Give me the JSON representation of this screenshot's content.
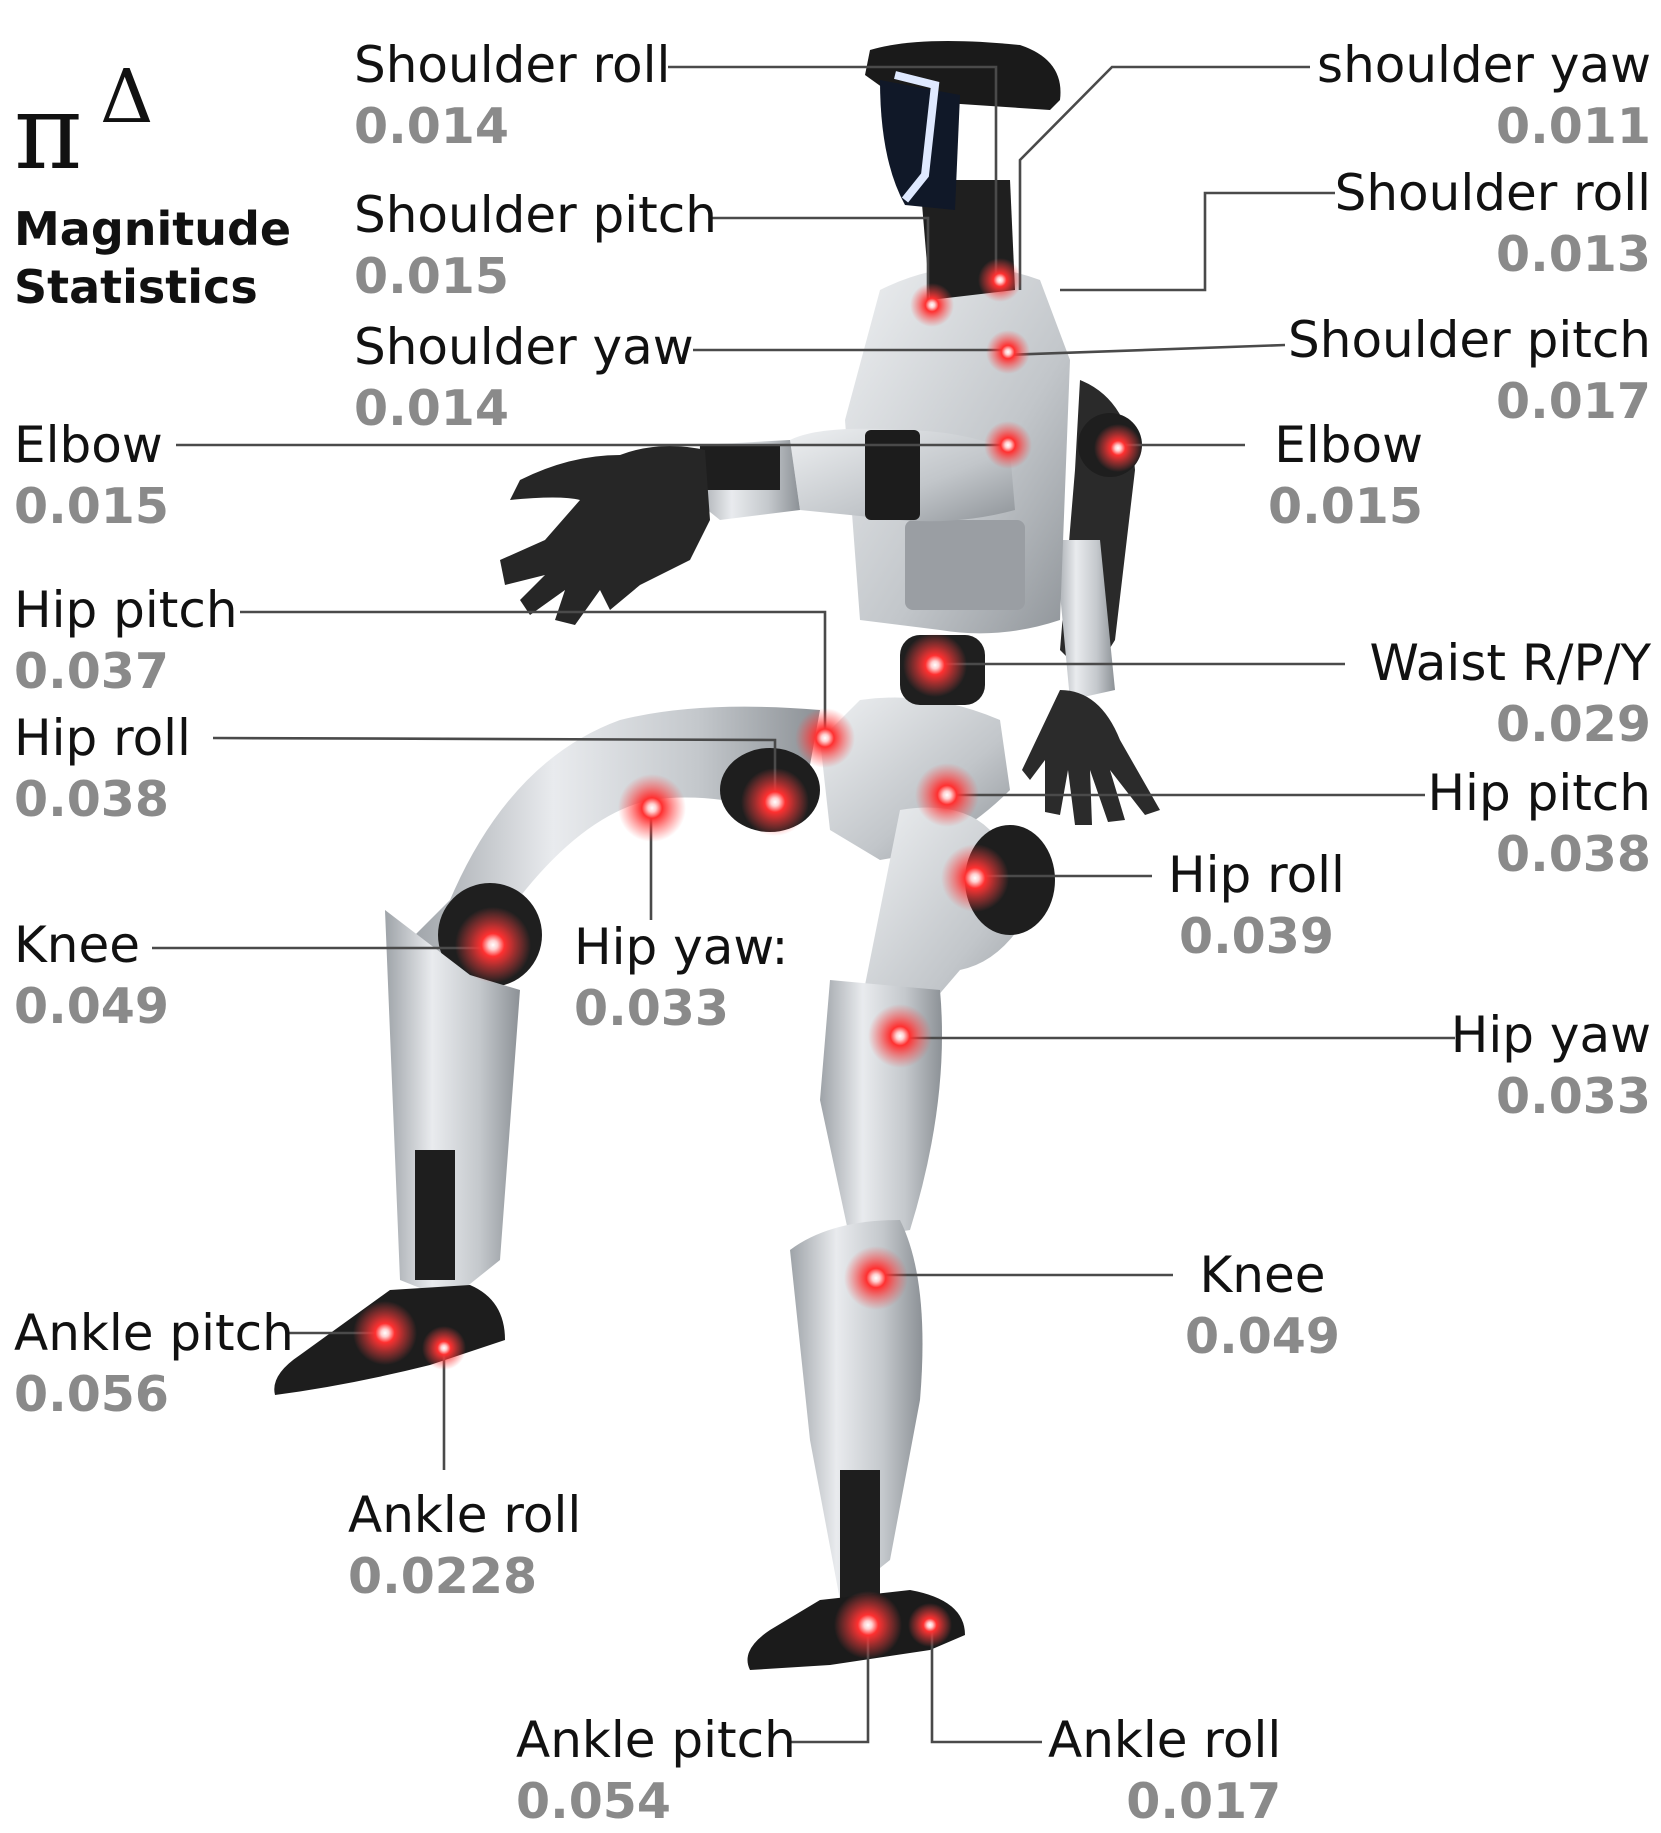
{
  "header": {
    "symbol": "π",
    "superscript": "Δ",
    "title_line1": "Magnitude",
    "title_line2": "Statistics"
  },
  "colors": {
    "joint_marker": "#ff2a2a",
    "value_text": "#8a8a8a",
    "robot_body": "#c9ccd0",
    "robot_dark": "#1c1c1c"
  },
  "joints": {
    "left_shoulder_roll": {
      "name": "Shoulder roll",
      "value": "0.014"
    },
    "left_shoulder_pitch": {
      "name": "Shoulder pitch",
      "value": "0.015"
    },
    "left_shoulder_yaw": {
      "name": "Shoulder yaw",
      "value": "0.014"
    },
    "left_elbow": {
      "name": "Elbow",
      "value": "0.015"
    },
    "left_hip_pitch": {
      "name": "Hip pitch",
      "value": "0.037"
    },
    "left_hip_roll": {
      "name": "Hip roll",
      "value": "0.038"
    },
    "left_knee": {
      "name": "Knee",
      "value": "0.049"
    },
    "left_hip_yaw": {
      "name": "Hip yaw:",
      "value": "0.033"
    },
    "left_ankle_pitch": {
      "name": "Ankle pitch",
      "value": "0.056"
    },
    "left_ankle_roll": {
      "name": "Ankle roll",
      "value": "0.0228"
    },
    "right_shoulder_yaw": {
      "name": "shoulder yaw",
      "value": "0.011"
    },
    "right_shoulder_roll": {
      "name": "Shoulder roll",
      "value": "0.013"
    },
    "right_shoulder_pitch": {
      "name": "Shoulder pitch",
      "value": "0.017"
    },
    "right_elbow": {
      "name": "Elbow",
      "value": "0.015"
    },
    "waist": {
      "name": "Waist R/P/Y",
      "value": "0.029"
    },
    "right_hip_pitch": {
      "name": "Hip pitch",
      "value": "0.038"
    },
    "right_hip_roll": {
      "name": "Hip roll",
      "value": "0.039"
    },
    "right_hip_yaw": {
      "name": "Hip yaw",
      "value": "0.033"
    },
    "right_knee": {
      "name": "Knee",
      "value": "0.049"
    },
    "right_ankle_pitch": {
      "name": "Ankle pitch",
      "value": "0.054"
    },
    "right_ankle_roll": {
      "name": "Ankle roll",
      "value": "0.017"
    }
  }
}
